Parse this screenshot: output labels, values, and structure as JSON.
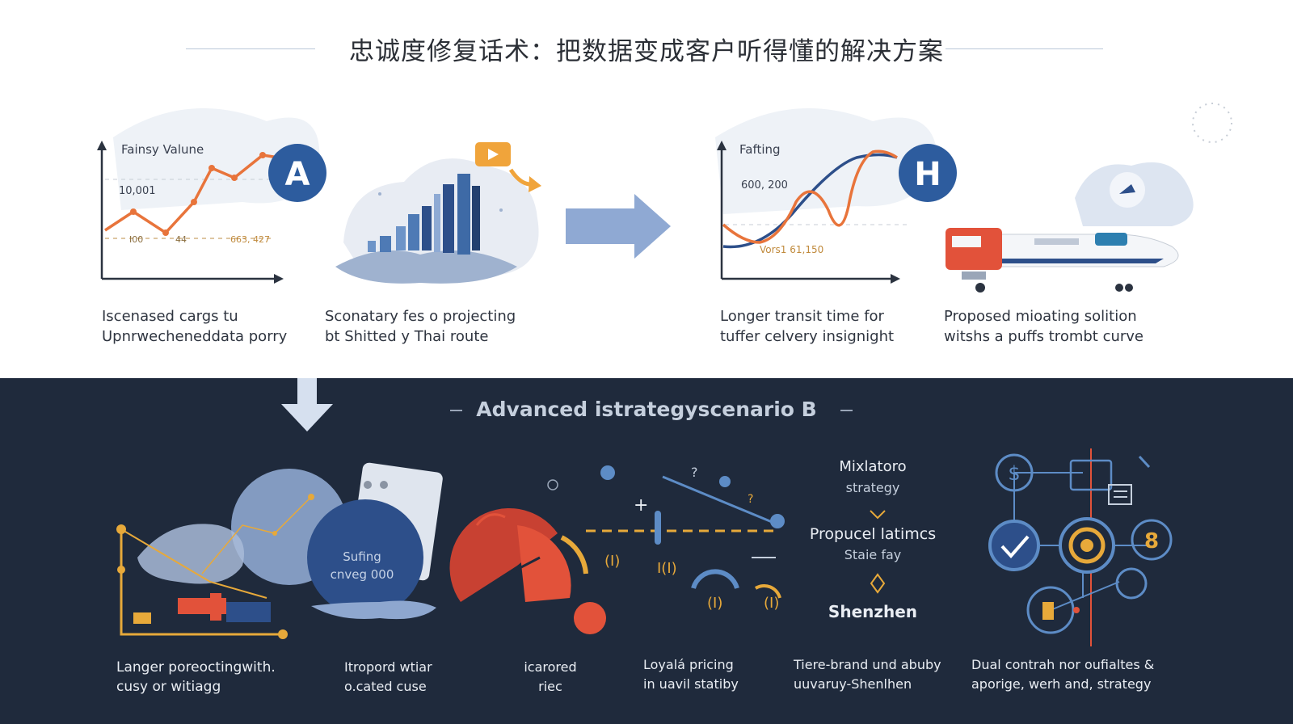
{
  "title": "忠诚度修复话术：把数据变成客户听得懂的解决方案",
  "top_panels": [
    {
      "caption_line1": "Iscenased cargs tu",
      "caption_line2": "Upnrwecheneddata porry",
      "chart_label": "Fainsy Valune",
      "y_tick": "10,001",
      "x_tick1": "I00",
      "x_tick2": "44",
      "x_tick3": "663, 427",
      "badge": "A"
    },
    {
      "caption_line1": "Sconatary fes o projecting",
      "caption_line2": "bt Shitted y Thai route"
    },
    {
      "caption_line1": "Longer transit time for",
      "caption_line2": "tuffer celvery insignight",
      "chart_label": "Fafting",
      "y_tick": "600, 200",
      "x_tick": "Vors1 61,150",
      "badge": "H"
    },
    {
      "caption_line1": "Proposed mioating solition",
      "caption_line2": "witshs a puffs trombt curve"
    }
  ],
  "section_b_title": "Advanced istrategyscenario B",
  "bottom_panels": [
    {
      "caption_line1": "Langer poreoctingwith.",
      "caption_line2": "cusy or witiagg",
      "circle_line1": "Sufing",
      "circle_line2": "cnveg 000"
    },
    {
      "caption_line1": "Itropord wtiar",
      "caption_line2": "o.cated cuse"
    },
    {
      "caption_line1": "icarored",
      "caption_line2": "riec"
    },
    {
      "caption_line1": "Loyalá pricing",
      "caption_line2": "in uavil statiby"
    },
    {
      "caption_line1": "Tiere-brand und abuby",
      "caption_line2": "uuvaruy-Shenlhen"
    },
    {
      "caption_line1": "Dual contrah nor oufialtes &",
      "caption_line2": "aporige, werh and, strategy"
    }
  ],
  "flow": {
    "step1": "Mixlatoro",
    "step1_sub": "strategy",
    "step2": "Propucel latimcs",
    "step2_sub": "Staie fay",
    "step3": "Shenzhen"
  },
  "colors": {
    "accent_orange": "#e8743b",
    "navy": "#2d4f8a",
    "dark_bg": "#1f2a3c",
    "gold": "#e7a93a",
    "red": "#e2523a"
  }
}
